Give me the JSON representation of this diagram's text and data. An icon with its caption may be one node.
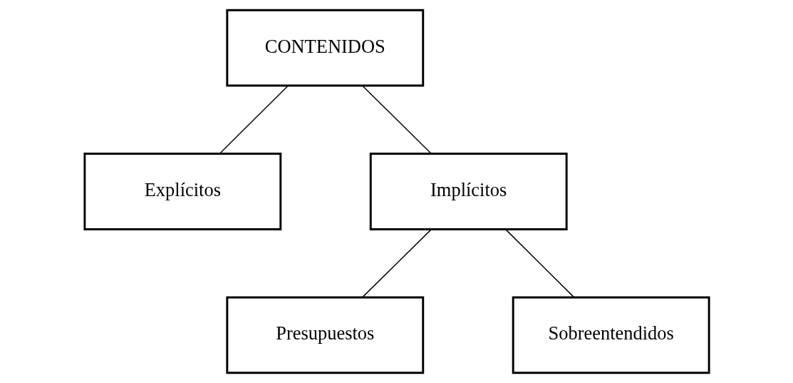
{
  "diagram": {
    "nodes": [
      {
        "text": [
          "CONTENIDOS"
        ]
      },
      {
        "text": [
          "Explícitos"
        ]
      },
      {
        "text": [
          "Implícitos"
        ]
      },
      {
        "text": [
          "Presupuestos"
        ]
      },
      {
        "text": [
          "Sobreentendidos"
        ]
      }
    ],
    "edges": [
      {
        "from": 0,
        "to": 1,
        "arrow": "none"
      },
      {
        "from": 0,
        "to": 2,
        "arrow": "none"
      },
      {
        "from": 2,
        "to": 3,
        "arrow": "none"
      },
      {
        "from": 2,
        "to": 4,
        "arrow": "none"
      }
    ]
  }
}
